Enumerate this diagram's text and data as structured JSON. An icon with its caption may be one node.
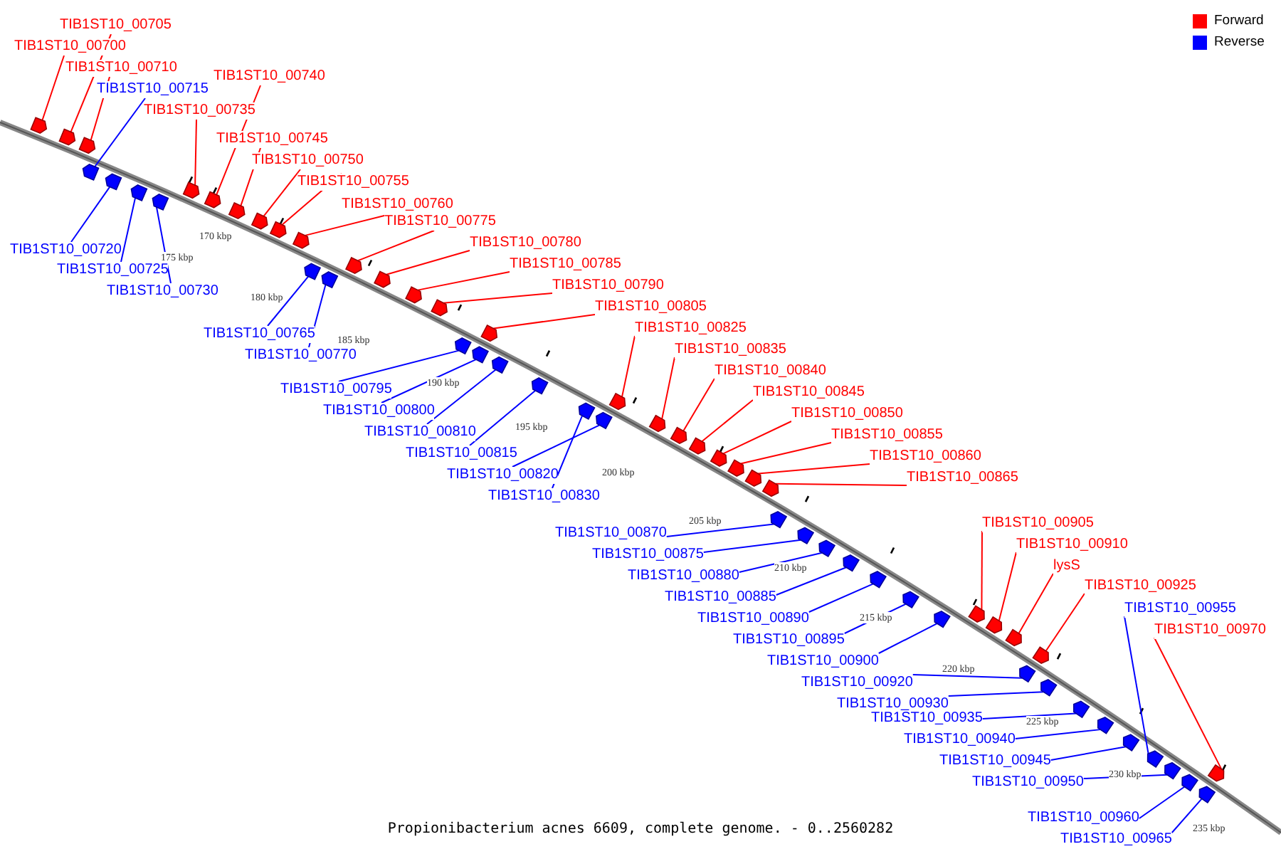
{
  "diagram": {
    "caption": "Propionibacterium acnes 6609, complete genome. - 0..2560282",
    "nodes": [
      {
        "text": [
          "TIB1ST10_00705"
        ]
      },
      {
        "text": [
          "TIB1ST10_00700"
        ]
      },
      {
        "text": [
          "TIB1ST10_00710"
        ]
      },
      {
        "text": [
          "TIB1ST10_00740"
        ]
      },
      {
        "text": [
          "TIB1ST10_00715"
        ]
      },
      {
        "text": [
          "TIB1ST10_00735"
        ]
      },
      {
        "text": [
          "TIB1ST10_00745"
        ]
      },
      {
        "text": [
          "TIB1ST10_00750"
        ]
      },
      {
        "text": [
          "TIB1ST10_00755"
        ]
      },
      {
        "text": [
          "TIB1ST10_00760"
        ]
      },
      {
        "text": [
          "TIB1ST10_00775"
        ]
      },
      {
        "text": [
          "TIB1ST10_00780"
        ]
      },
      {
        "text": [
          "TIB1ST10_00720"
        ]
      },
      {
        "text": [
          "TIB1ST10_00785"
        ]
      },
      {
        "text": [
          "TIB1ST10_00725"
        ]
      },
      {
        "text": [
          "TIB1ST10_00790"
        ]
      },
      {
        "text": [
          "TIB1ST10_00730"
        ]
      },
      {
        "text": [
          "TIB1ST10_00805"
        ]
      },
      {
        "text": [
          "TIB1ST10_00825"
        ]
      },
      {
        "text": [
          "TIB1ST10_00765"
        ]
      },
      {
        "text": [
          "TIB1ST10_00835"
        ]
      },
      {
        "text": [
          "TIB1ST10_00770"
        ]
      },
      {
        "text": [
          "TIB1ST10_00840"
        ]
      },
      {
        "text": [
          "TIB1ST10_00795"
        ]
      },
      {
        "text": [
          "TIB1ST10_00845"
        ]
      },
      {
        "text": [
          "TIB1ST10_00800"
        ]
      },
      {
        "text": [
          "TIB1ST10_00850"
        ]
      },
      {
        "text": [
          "TIB1ST10_00810"
        ]
      },
      {
        "text": [
          "TIB1ST10_00855"
        ]
      },
      {
        "text": [
          "TIB1ST10_00815"
        ]
      },
      {
        "text": [
          "TIB1ST10_00860"
        ]
      },
      {
        "text": [
          "TIB1ST10_00820"
        ]
      },
      {
        "text": [
          "TIB1ST10_00865"
        ]
      },
      {
        "text": [
          "TIB1ST10_00830"
        ]
      },
      {
        "text": [
          "TIB1ST10_00905"
        ]
      },
      {
        "text": [
          "TIB1ST10_00870"
        ]
      },
      {
        "text": [
          "TIB1ST10_00910"
        ]
      },
      {
        "text": [
          "TIB1ST10_00875"
        ]
      },
      {
        "text": [
          "lysS"
        ]
      },
      {
        "text": [
          "TIB1ST10_00880"
        ]
      },
      {
        "text": [
          "TIB1ST10_00925"
        ]
      },
      {
        "text": [
          "TIB1ST10_00885"
        ]
      },
      {
        "text": [
          "TIB1ST10_00955"
        ]
      },
      {
        "text": [
          "TIB1ST10_00890"
        ]
      },
      {
        "text": [
          "TIB1ST10_00970"
        ]
      },
      {
        "text": [
          "TIB1ST10_00895"
        ]
      },
      {
        "text": [
          "TIB1ST10_00900"
        ]
      },
      {
        "text": [
          "TIB1ST10_00920"
        ]
      },
      {
        "text": [
          "TIB1ST10_00930"
        ]
      },
      {
        "text": [
          "TIB1ST10_00935"
        ]
      },
      {
        "text": [
          "TIB1ST10_00940"
        ]
      },
      {
        "text": [
          "TIB1ST10_00945"
        ]
      },
      {
        "text": [
          "TIB1ST10_00950"
        ]
      },
      {
        "text": [
          "TIB1ST10_00960"
        ]
      },
      {
        "text": [
          "TIB1ST10_00965"
        ]
      },
      {
        "text": [],
        "shape": "arrow"
      },
      {
        "text": [],
        "shape": "arrow"
      },
      {
        "text": [],
        "shape": "arrow"
      },
      {
        "text": [],
        "shape": "arrow"
      },
      {
        "text": [],
        "shape": "arrow"
      },
      {
        "text": [],
        "shape": "arrow"
      },
      {
        "text": [],
        "shape": "arrow"
      },
      {
        "text": [],
        "shape": "arrow"
      },
      {
        "text": [],
        "shape": "arrow"
      },
      {
        "text": [],
        "shape": "arrow"
      },
      {
        "text": [],
        "shape": "arrow"
      },
      {
        "text": [],
        "shape": "arrow"
      },
      {
        "text": [],
        "shape": "arrow"
      },
      {
        "text": [],
        "shape": "arrow"
      },
      {
        "text": [],
        "shape": "arrow"
      },
      {
        "text": [],
        "shape": "arrow"
      },
      {
        "text": [],
        "shape": "arrow"
      },
      {
        "text": [],
        "shape": "arrow"
      },
      {
        "text": [],
        "shape": "arrow"
      },
      {
        "text": [],
        "shape": "arrow"
      },
      {
        "text": [],
        "shape": "arrow"
      },
      {
        "text": [],
        "shape": "arrow"
      },
      {
        "text": [],
        "shape": "arrow"
      },
      {
        "text": [],
        "shape": "arrow"
      },
      {
        "text": [],
        "shape": "arrow"
      },
      {
        "text": [],
        "shape": "arrow"
      },
      {
        "text": [],
        "shape": "arrow"
      },
      {
        "text": [],
        "shape": "arrow"
      },
      {
        "text": [],
        "shape": "arrow"
      },
      {
        "text": [],
        "shape": "arrow"
      },
      {
        "text": [],
        "shape": "arrow"
      },
      {
        "text": [],
        "shape": "arrow"
      },
      {
        "text": [],
        "shape": "arrow"
      },
      {
        "text": [],
        "shape": "arrow"
      },
      {
        "text": [],
        "shape": "arrow"
      },
      {
        "text": [],
        "shape": "arrow"
      },
      {
        "text": [],
        "shape": "arrow"
      },
      {
        "text": [],
        "shape": "arrow"
      },
      {
        "text": [],
        "shape": "arrow"
      },
      {
        "text": [],
        "shape": "arrow"
      },
      {
        "text": [],
        "shape": "arrow"
      },
      {
        "text": [],
        "shape": "arrow"
      },
      {
        "text": [],
        "shape": "arrow"
      },
      {
        "text": [],
        "shape": "arrow"
      },
      {
        "text": [],
        "shape": "arrow"
      },
      {
        "text": [],
        "shape": "arrow"
      },
      {
        "text": [],
        "shape": "arrow"
      },
      {
        "text": [],
        "shape": "arrow"
      },
      {
        "text": [],
        "shape": "arrow"
      },
      {
        "text": [],
        "shape": "arrow"
      },
      {
        "text": [],
        "shape": "arrow"
      },
      {
        "text": [],
        "shape": "arrow"
      },
      {
        "text": [],
        "shape": "arrow"
      },
      {
        "text": [],
        "shape": "arrow"
      },
      {
        "text": [],
        "shape": "arrow"
      }
    ],
    "edges": [
      {
        "from": 0,
        "to": 55,
        "arrow": "none",
        "color": "#ff0000"
      },
      {
        "from": 1,
        "to": 56,
        "arrow": "none",
        "color": "#ff0000"
      },
      {
        "from": 2,
        "to": 57,
        "arrow": "none",
        "color": "#ff0000"
      },
      {
        "from": 3,
        "to": 58,
        "arrow": "none",
        "color": "#ff0000"
      },
      {
        "from": 4,
        "to": 59,
        "arrow": "none"
      },
      {
        "from": 5,
        "to": 60,
        "arrow": "none",
        "color": "#ff0000"
      },
      {
        "from": 6,
        "to": 61,
        "arrow": "none",
        "color": "#ff0000"
      },
      {
        "from": 7,
        "to": 62,
        "arrow": "none",
        "color": "#ff0000"
      },
      {
        "from": 8,
        "to": 63,
        "arrow": "none",
        "color": "#ff0000"
      },
      {
        "from": 9,
        "to": 64,
        "arrow": "none",
        "color": "#ff0000"
      },
      {
        "from": 10,
        "to": 65,
        "arrow": "none",
        "color": "#ff0000"
      },
      {
        "from": 11,
        "to": 66,
        "arrow": "none",
        "color": "#ff0000"
      },
      {
        "from": 12,
        "to": 67,
        "arrow": "none"
      },
      {
        "from": 13,
        "to": 68,
        "arrow": "none",
        "color": "#ff0000"
      },
      {
        "from": 14,
        "to": 69,
        "arrow": "none"
      },
      {
        "from": 15,
        "to": 70,
        "arrow": "none",
        "color": "#ff0000"
      },
      {
        "from": 16,
        "to": 71,
        "arrow": "none"
      },
      {
        "from": 17,
        "to": 72,
        "arrow": "none",
        "color": "#ff0000"
      },
      {
        "from": 18,
        "to": 73,
        "arrow": "none",
        "color": "#ff0000"
      },
      {
        "from": 19,
        "to": 74,
        "arrow": "none"
      },
      {
        "from": 20,
        "to": 75,
        "arrow": "none",
        "color": "#ff0000"
      },
      {
        "from": 21,
        "to": 76,
        "arrow": "none"
      },
      {
        "from": 22,
        "to": 77,
        "arrow": "none",
        "color": "#ff0000"
      },
      {
        "from": 23,
        "to": 78,
        "arrow": "none"
      },
      {
        "from": 24,
        "to": 79,
        "arrow": "none",
        "color": "#ff0000"
      },
      {
        "from": 25,
        "to": 80,
        "arrow": "none"
      },
      {
        "from": 26,
        "to": 81,
        "arrow": "none",
        "color": "#ff0000"
      },
      {
        "from": 27,
        "to": 82,
        "arrow": "none"
      },
      {
        "from": 28,
        "to": 83,
        "arrow": "none",
        "color": "#ff0000"
      },
      {
        "from": 29,
        "to": 84,
        "arrow": "none"
      },
      {
        "from": 30,
        "to": 85,
        "arrow": "none",
        "color": "#ff0000"
      },
      {
        "from": 31,
        "to": 86,
        "arrow": "none"
      },
      {
        "from": 32,
        "to": 87,
        "arrow": "none",
        "color": "#ff0000"
      },
      {
        "from": 33,
        "to": 88,
        "arrow": "none"
      },
      {
        "from": 34,
        "to": 89,
        "arrow": "none",
        "color": "#ff0000"
      },
      {
        "from": 35,
        "to": 90,
        "arrow": "none"
      },
      {
        "from": 36,
        "to": 91,
        "arrow": "none",
        "color": "#ff0000"
      },
      {
        "from": 37,
        "to": 92,
        "arrow": "none"
      },
      {
        "from": 38,
        "to": 93,
        "arrow": "none",
        "color": "#ff0000"
      },
      {
        "from": 39,
        "to": 94,
        "arrow": "none"
      },
      {
        "from": 40,
        "to": 95,
        "arrow": "none",
        "color": "#ff0000"
      },
      {
        "from": 41,
        "to": 96,
        "arrow": "none"
      },
      {
        "from": 42,
        "to": 97,
        "arrow": "none"
      },
      {
        "from": 43,
        "to": 98,
        "arrow": "none"
      },
      {
        "from": 44,
        "to": 99,
        "arrow": "none",
        "color": "#ff0000"
      },
      {
        "from": 45,
        "to": 100,
        "arrow": "none"
      },
      {
        "from": 46,
        "to": 101,
        "arrow": "none"
      },
      {
        "from": 47,
        "to": 102,
        "arrow": "none"
      },
      {
        "from": 48,
        "to": 103,
        "arrow": "none"
      },
      {
        "from": 49,
        "to": 104,
        "arrow": "none"
      },
      {
        "from": 50,
        "to": 105,
        "arrow": "none"
      },
      {
        "from": 51,
        "to": 106,
        "arrow": "none"
      },
      {
        "from": 52,
        "to": 107,
        "arrow": "none"
      },
      {
        "from": 53,
        "to": 108,
        "arrow": "none"
      },
      {
        "from": 54,
        "to": 109,
        "arrow": "none"
      }
    ],
    "labels": [
      "170 kbp",
      "175 kbp",
      "180 kbp",
      "185 kbp",
      "190 kbp",
      "195 kbp",
      "200 kbp",
      "205 kbp",
      "210 kbp",
      "215 kbp",
      "220 kbp",
      "225 kbp",
      "230 kbp",
      "235 kbp"
    ],
    "legend": [
      {
        "text": "Forward",
        "color": "#ff0000"
      },
      {
        "text": "Reverse",
        "color": "#0000ff"
      }
    ]
  }
}
